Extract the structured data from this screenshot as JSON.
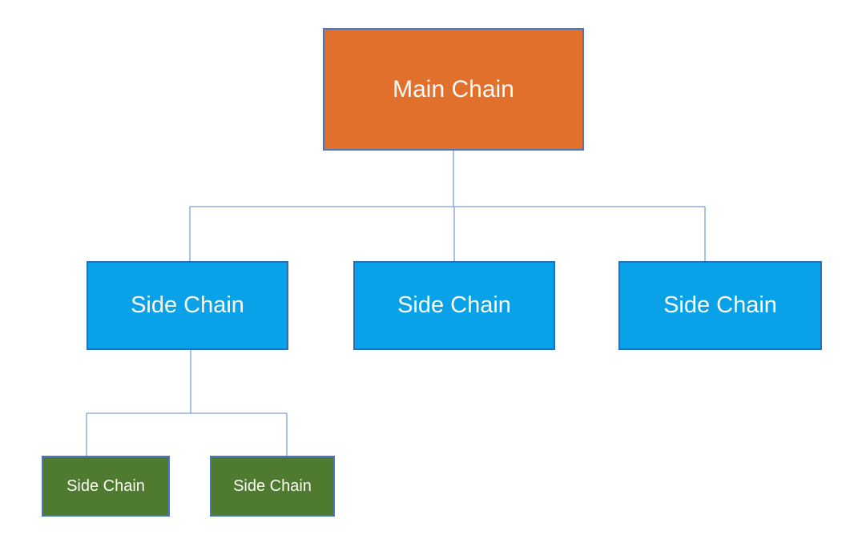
{
  "diagram": {
    "type": "hierarchy-tree",
    "description": "Blockchain architecture diagram: one Main Chain with three Side Chains; the first Side Chain has two nested Side Chains",
    "nodes": {
      "main": {
        "label": "Main Chain",
        "level": 1,
        "fill": "#e2702d",
        "border": "#4a76be",
        "text_color": "#fdfbf8"
      },
      "side_left": {
        "label": "Side Chain",
        "level": 2,
        "parent": "main",
        "fill": "#09a2e8",
        "border": "#2e6db6",
        "text_color": "#fdfbf8"
      },
      "side_middle": {
        "label": "Side Chain",
        "level": 2,
        "parent": "main",
        "fill": "#09a2e8",
        "border": "#2e6db6",
        "text_color": "#fdfbf8"
      },
      "side_right": {
        "label": "Side Chain",
        "level": 2,
        "parent": "main",
        "fill": "#09a2e8",
        "border": "#2e6db6",
        "text_color": "#fdfbf8"
      },
      "sub_left": {
        "label": "Side Chain",
        "level": 3,
        "parent": "side_left",
        "fill": "#4e7b30",
        "border": "#4a76be",
        "text_color": "#fdfbf8"
      },
      "sub_right": {
        "label": "Side Chain",
        "level": 3,
        "parent": "side_left",
        "fill": "#4e7b30",
        "border": "#4a76be",
        "text_color": "#fdfbf8"
      }
    },
    "connector_color": "#7e9dd3",
    "background_color": "#ffffff"
  }
}
